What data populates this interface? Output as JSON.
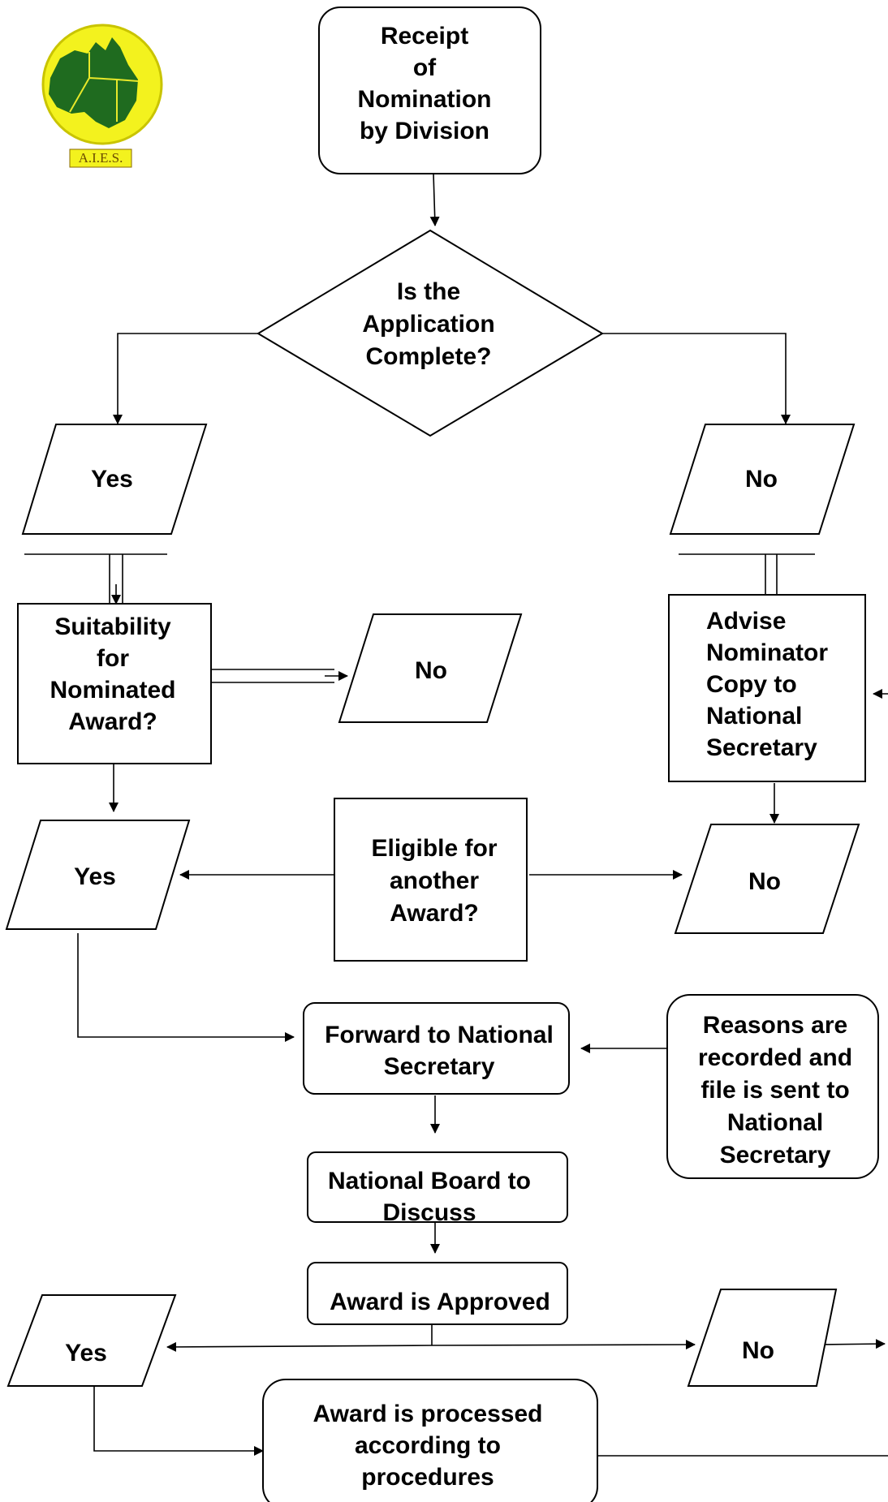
{
  "logo": {
    "text": "A.I.E.S."
  },
  "nodes": {
    "receipt": [
      "Receipt",
      "of",
      "Nomination",
      "by Division"
    ],
    "complete_q": [
      "Is the",
      "Application",
      "Complete?"
    ],
    "yes_1": [
      "Yes"
    ],
    "no_1": [
      "No"
    ],
    "suitability_q": [
      "Suitability",
      "for",
      "Nominated",
      "Award?"
    ],
    "no_suitability": [
      "No"
    ],
    "advise": [
      "Advise",
      "Nominator",
      "Copy to",
      "National",
      "Secretary"
    ],
    "yes_2": [
      "Yes"
    ],
    "eligible_q": [
      "Eligible for",
      "another",
      "Award?"
    ],
    "no_2": [
      "No"
    ],
    "forward": [
      "Forward to National",
      "Secretary"
    ],
    "reasons": [
      "Reasons are",
      "recorded and",
      "file is sent to",
      "National",
      "Secretary"
    ],
    "board": [
      "National Board to",
      "Discuss"
    ],
    "approved": [
      "Award is Approved"
    ],
    "yes_3": [
      "Yes"
    ],
    "no_3": [
      "No"
    ],
    "processed": [
      "Award is processed",
      "according to",
      "procedures"
    ]
  },
  "colors": {
    "logo_ring": "#e8e82a",
    "logo_map": "#1f6b1f",
    "line": "#000000"
  }
}
